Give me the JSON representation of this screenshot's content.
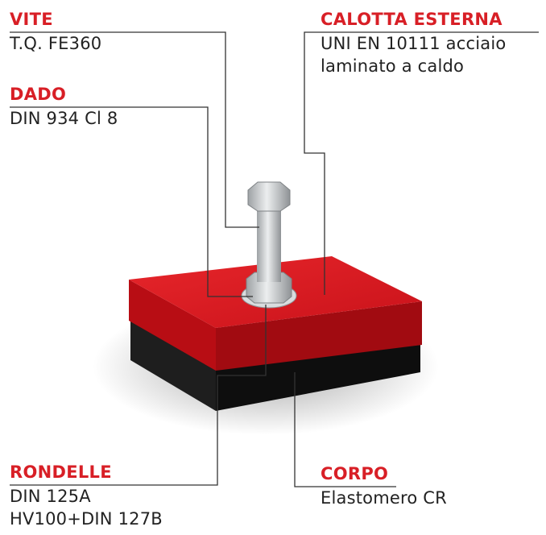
{
  "labels": {
    "vite": {
      "title": "VITE",
      "desc": [
        "T.Q. FE360"
      ]
    },
    "dado": {
      "title": "DADO",
      "desc": [
        "DIN 934 Cl 8"
      ]
    },
    "calotta": {
      "title": "CALOTTA ESTERNA",
      "desc": [
        "UNI EN 10111 acciaio",
        "laminato a caldo"
      ]
    },
    "rondelle": {
      "title": "RONDELLE",
      "desc": [
        "DIN 125A",
        "HV100+DIN 127B"
      ]
    },
    "corpo": {
      "title": "CORPO",
      "desc": [
        "Elastomero CR"
      ]
    }
  },
  "colors": {
    "title": "#d81f26",
    "leader": "#333333",
    "red_cap": "#d9141b",
    "rubber_body": "#151515",
    "steel": "#c9ccce"
  }
}
